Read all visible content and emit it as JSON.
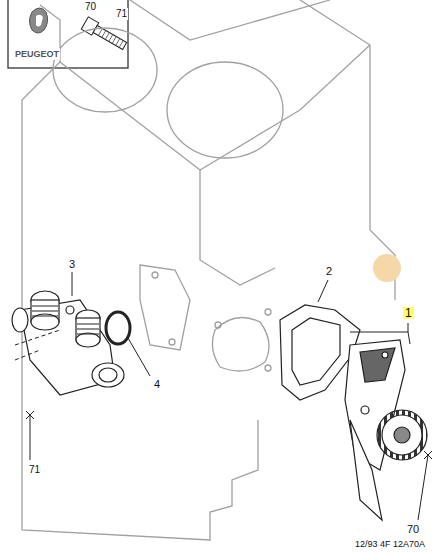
{
  "diagram": {
    "labels": [
      "70",
      "71",
      "PEUGEOT",
      "3",
      "2",
      "1",
      "4",
      "71",
      "70",
      "12/93 4F 12A70A"
    ]
  }
}
